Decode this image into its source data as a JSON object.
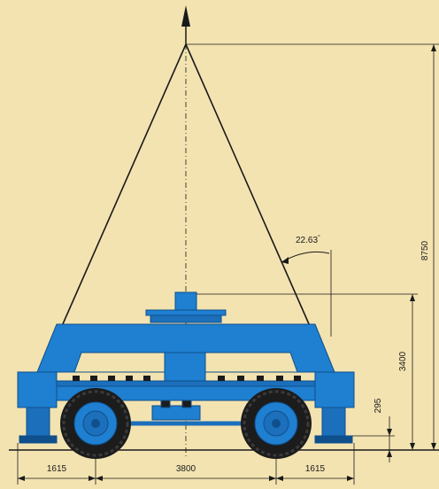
{
  "colors": {
    "background": "#f3e3b1",
    "frame_blue": "#1f7fd0",
    "frame_dark": "#0f4f8c",
    "tire": "#1c1c1c",
    "line": "#1a1a1a"
  },
  "dimensions": {
    "total_height": "8750",
    "frame_height": "3400",
    "ground_clearance": "295",
    "left_overhang": "1615",
    "wheelbase": "3800",
    "right_overhang": "1615"
  },
  "angle": {
    "value": "22.63",
    "unit_mark": "°"
  }
}
